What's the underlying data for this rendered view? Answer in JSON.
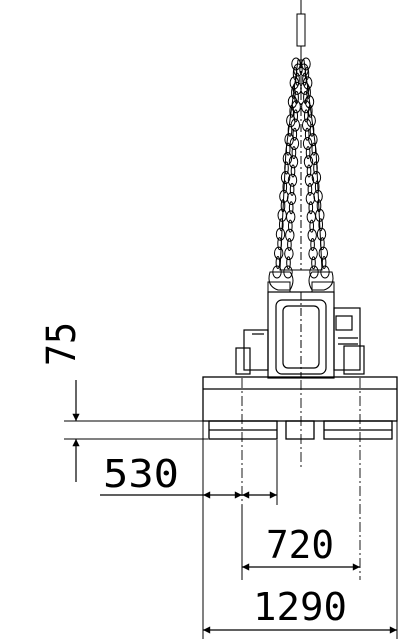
{
  "drawing": {
    "line_color": "#000000",
    "background": "#ffffff"
  },
  "dimensions": {
    "gap_height": "75",
    "pad_width": "530",
    "pad_spacing": "720",
    "overall_width": "1290"
  }
}
